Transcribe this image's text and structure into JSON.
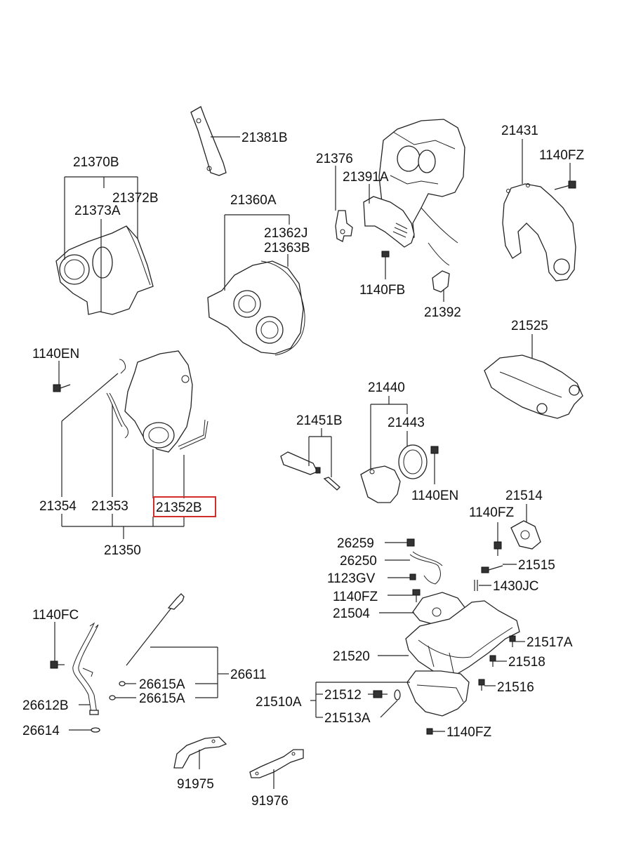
{
  "highlight_color": "#d42b2b",
  "labels": {
    "p21381B": "21381B",
    "p21370B": "21370B",
    "p21372B": "21372B",
    "p21373A": "21373A",
    "p21360A": "21360A",
    "p21362J": "21362J",
    "p21363B": "21363B",
    "p21376": "21376",
    "p21391A": "21391A",
    "p1140FB": "1140FB",
    "p21392": "21392",
    "p21431": "21431",
    "p1140FZ_a": "1140FZ",
    "p21525": "21525",
    "p1140EN_a": "1140EN",
    "p21354": "21354",
    "p21353": "21353",
    "p21352B": "21352B",
    "p21350": "21350",
    "p21451B": "21451B",
    "p21440": "21440",
    "p21443": "21443",
    "p1140EN_b": "1140EN",
    "p21514": "21514",
    "p1140FZ_b": "1140FZ",
    "p26259": "26259",
    "p26250": "26250",
    "p21515": "21515",
    "p1123GV": "1123GV",
    "p1430JC": "1430JC",
    "p1140FZ_c": "1140FZ",
    "p21504": "21504",
    "p21517A": "21517A",
    "p21520": "21520",
    "p21518": "21518",
    "p21516": "21516",
    "p21512": "21512",
    "p21510A": "21510A",
    "p21513A": "21513A",
    "p1140FZ_d": "1140FZ",
    "p1140FC": "1140FC",
    "p26611": "26611",
    "p26615A_a": "26615A",
    "p26615A_b": "26615A",
    "p26612B": "26612B",
    "p26614": "26614",
    "p91975": "91975",
    "p91976": "91976"
  }
}
